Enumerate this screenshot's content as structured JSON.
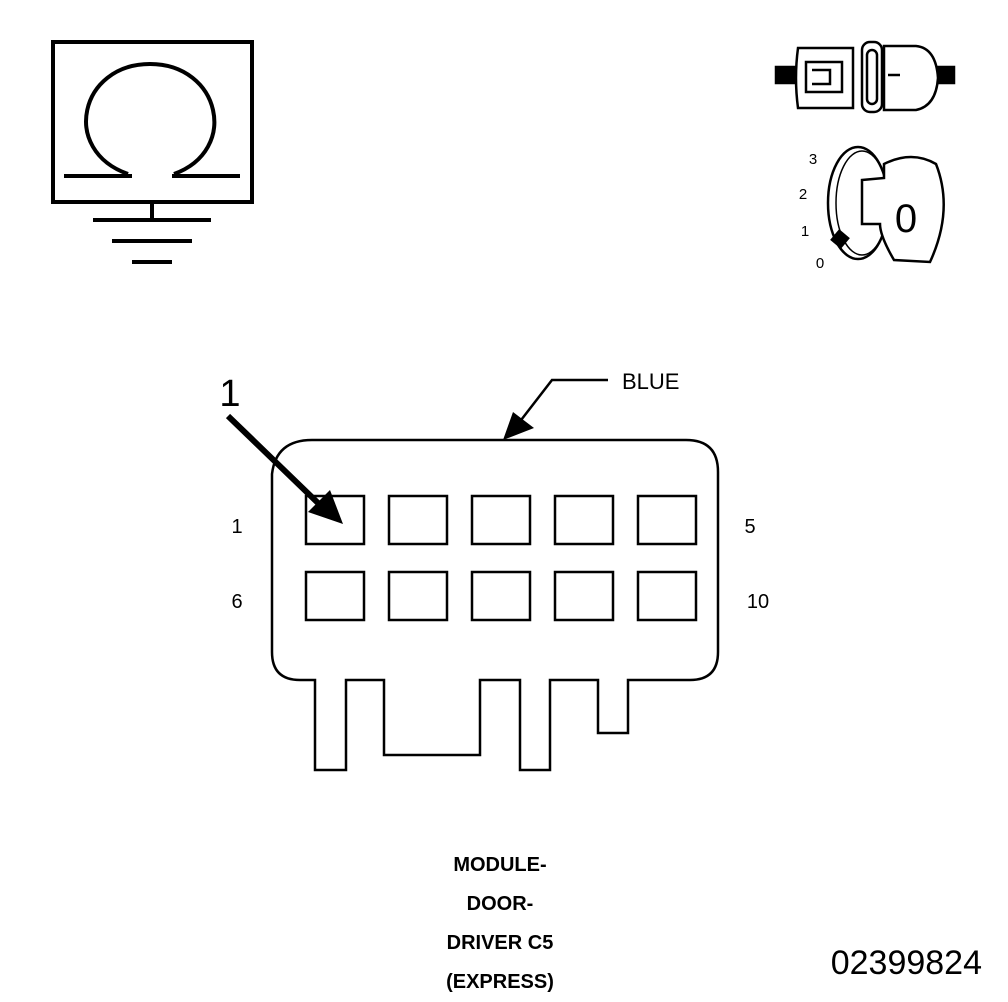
{
  "symbols": {
    "ohmmeter": "ohmmeter-ground-icon",
    "connector_disconnect": "connector-disconnect-icon",
    "ignition_key": "ignition-key-icon",
    "ignition_key_label": "0",
    "ignition_positions": [
      "3",
      "2",
      "1",
      "0"
    ]
  },
  "connector": {
    "color_label": "BLUE",
    "callout": "1",
    "pin_labels": {
      "top_left": "1",
      "top_right": "5",
      "bottom_left": "6",
      "bottom_right": "10"
    }
  },
  "caption": {
    "lines": [
      "MODULE-",
      "DOOR-",
      "DRIVER C5",
      "(EXPRESS)"
    ]
  },
  "figure_id": "02399824"
}
